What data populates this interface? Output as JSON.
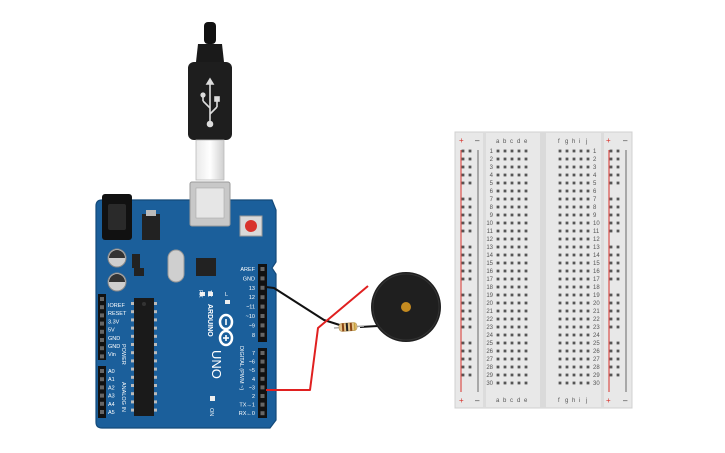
{
  "colors": {
    "arduino_board": "#1b5f9b",
    "arduino_board_edge": "#144a7a",
    "breadboard": "#e8e8e8",
    "rail_red": "#d8322c",
    "rail_black": "#333333",
    "wire_red": "#e02020",
    "wire_black": "#111111",
    "buzzer": "#1f1f1f",
    "buzzer_center": "#c58b20",
    "resistor_body": "#e3c48a"
  },
  "arduino": {
    "brand": "ARDUINO",
    "model": "UNO",
    "power_header_title": "POWER",
    "analog_header_title": "ANALOG IN",
    "digital_header_title": "DIGITAL (PWM ~)",
    "led_labels": [
      "RX",
      "TX",
      "L",
      "ON"
    ],
    "power_pins": [
      "IOREF",
      "RESET",
      "3.3V",
      "5V",
      "GND",
      "GND",
      "Vin"
    ],
    "analog_pins": [
      "A0",
      "A1",
      "A2",
      "A3",
      "A4",
      "A5"
    ],
    "digital_pins_top": [
      "AREF",
      "GND",
      "13",
      "12",
      "~11",
      "~10",
      "~9",
      "8"
    ],
    "digital_pins_bottom": [
      "7",
      "~6",
      "~5",
      "4",
      "~3",
      "2",
      "TX→1",
      "RX←0"
    ]
  },
  "breadboard": {
    "columns_left": [
      "a",
      "b",
      "c",
      "d",
      "e"
    ],
    "columns_right": [
      "f",
      "g",
      "h",
      "i",
      "j"
    ],
    "rail_plus": "+",
    "rail_minus": "–",
    "row_count": 30
  },
  "components": {
    "usb_cable": "usb-cable",
    "resistor": "resistor",
    "buzzer": "piezo-buzzer"
  }
}
